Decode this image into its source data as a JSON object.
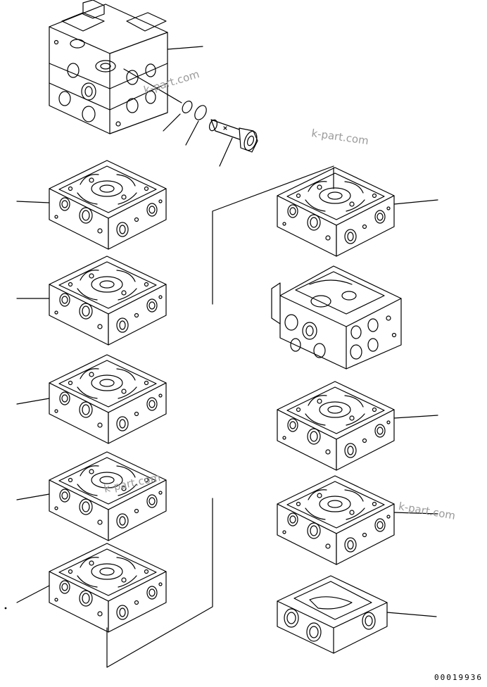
{
  "watermarks": [
    "k-part.com",
    "k-part.com",
    "k-part.com",
    "k-part.com"
  ],
  "drawing_number": "00019936",
  "colors": {
    "line": "#000000",
    "watermark": "#9a9a9a",
    "background": "#ffffff"
  }
}
